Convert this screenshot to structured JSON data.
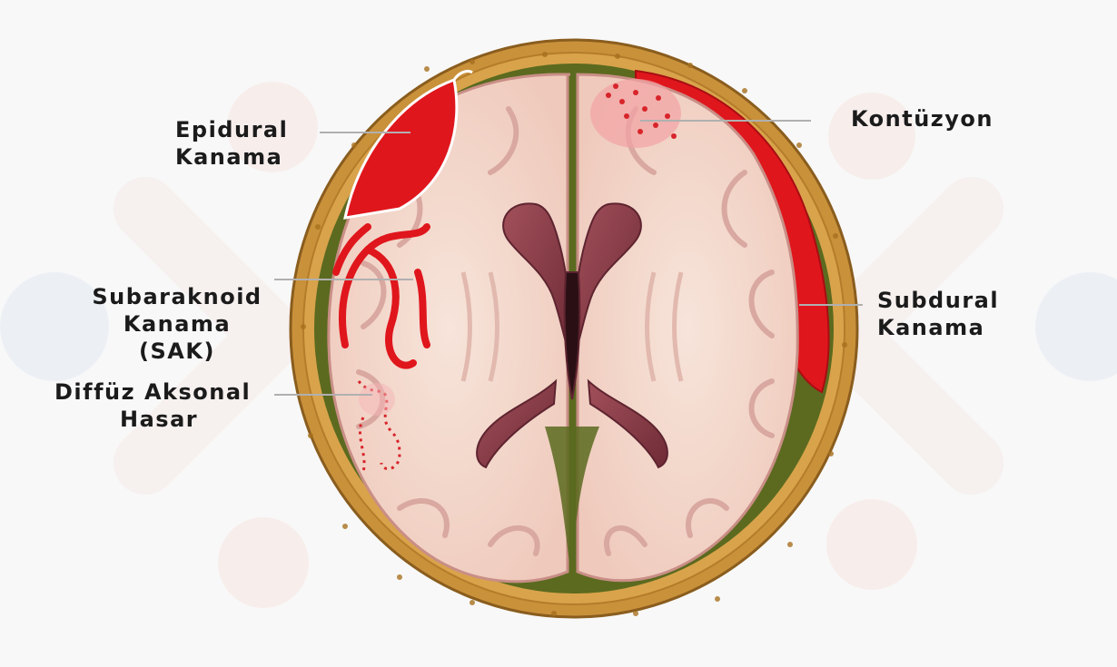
{
  "labels": {
    "epidural": [
      "Epidural",
      "Kanama"
    ],
    "kontuzyon": [
      "Kontüzyon"
    ],
    "sak": [
      "Subaraknoid",
      "Kanama",
      "(SAK)"
    ],
    "diffuz": [
      "Diffüz Aksonal",
      "Hasar"
    ],
    "subdural": [
      "Subdural",
      "Kanama"
    ]
  },
  "colors": {
    "background": "#f8f8f8",
    "skull": "#c9913a",
    "dura_space": "#5b6a1f",
    "brain": "#f3d6c8",
    "gyri_shadow": "#d9a8a0",
    "hemorrhage": "#e0161d",
    "ventricle": "#8a3a45",
    "pointer_line": "#b0b0b0"
  }
}
